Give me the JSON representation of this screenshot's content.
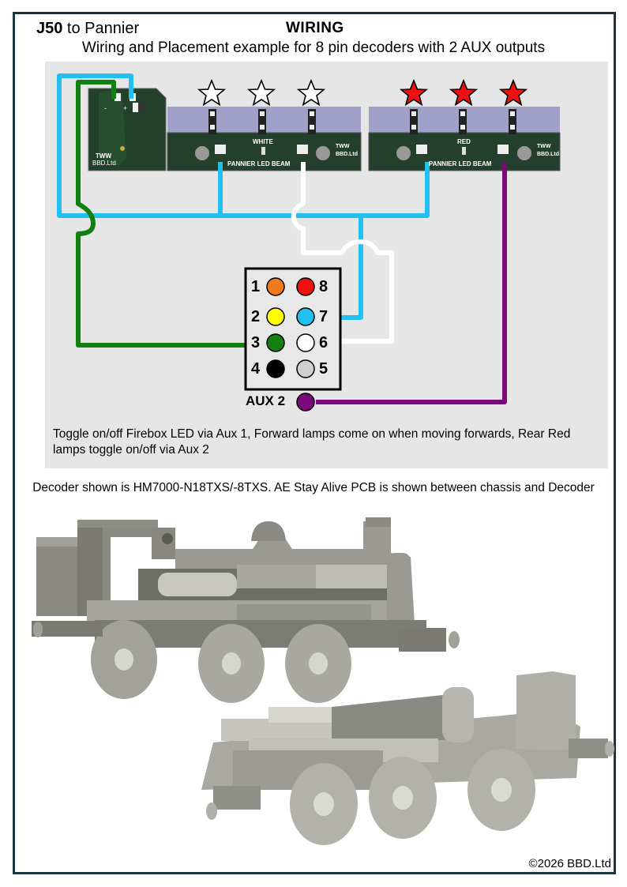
{
  "header": {
    "title_bold": "J50",
    "title_rest": " to Pannier",
    "section": "WIRING",
    "subtitle": "Wiring and Placement example for 8 pin decoders with 2 AUX outputs"
  },
  "pcb": {
    "stay_alive_brand_1": "TWW",
    "stay_alive_brand_2": "BBD.Ltd",
    "white_beam_color": "WHITE",
    "red_beam_color": "RED",
    "beam_label": "PANNIER LED BEAM",
    "beam_brand_1": "TWW",
    "beam_brand_2": "BBD.Ltd"
  },
  "decoder_pins": [
    {
      "number": "1",
      "color": "#f07a1e"
    },
    {
      "number": "2",
      "color": "#ffff00"
    },
    {
      "number": "3",
      "color": "#118011"
    },
    {
      "number": "4",
      "color": "#000000"
    },
    {
      "number": "5",
      "color": "#d0d0d0"
    },
    {
      "number": "6",
      "color": "#ffffff"
    },
    {
      "number": "7",
      "color": "#22c0f0"
    },
    {
      "number": "8",
      "color": "#ee1111"
    }
  ],
  "aux2": {
    "label": "AUX 2",
    "color": "#7a0a7a"
  },
  "wire_colors": {
    "blue": "#22c0f0",
    "green": "#118011",
    "white": "#ffffff",
    "purple": "#7a0a7a"
  },
  "note": "Toggle on/off Firebox LED via Aux 1, Forward lamps come on when moving forwards, Rear Red lamps toggle on/off via Aux 2",
  "decoder_text": "Decoder shown is HM7000-N18TXS/-8TXS. AE Stay Alive PCB is shown between chassis and Decoder",
  "copyright": "©2026 BBD.Ltd"
}
